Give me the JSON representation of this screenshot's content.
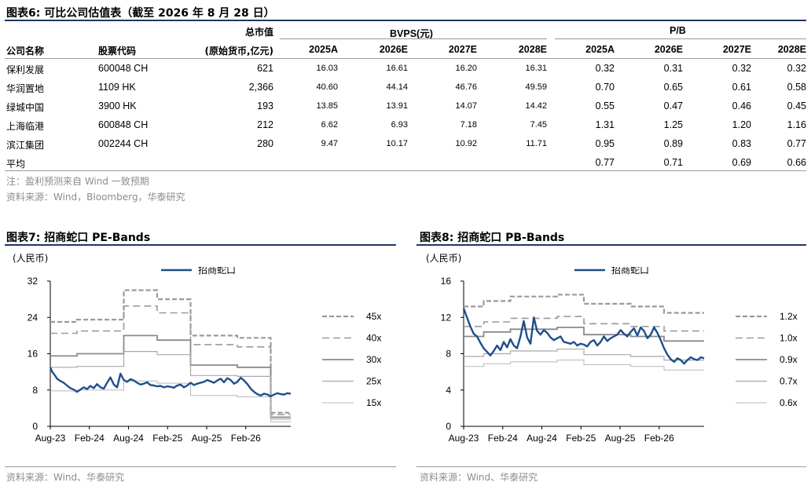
{
  "table": {
    "title": "图表6:  可比公司估值表（截至 2026 年 8 月 28 日）",
    "group_marketcap": "总市值",
    "group_bvps": "BVPS(元)",
    "group_pb": "P/B",
    "col_company": "公司名称",
    "col_code": "股票代码",
    "col_marketcap": "(原始货币,亿元)",
    "years": [
      "2025A",
      "2026E",
      "2027E",
      "2028E"
    ],
    "rows": [
      {
        "name": "保利发展",
        "code": "600048 CH",
        "cap": "621",
        "bvps": [
          "16.03",
          "16.61",
          "16.20",
          "16.31"
        ],
        "pb": [
          "0.32",
          "0.31",
          "0.32",
          "0.32"
        ]
      },
      {
        "name": "华润置地",
        "code": "1109 HK",
        "cap": "2,366",
        "bvps": [
          "40.60",
          "44.14",
          "46.76",
          "49.59"
        ],
        "pb": [
          "0.70",
          "0.65",
          "0.61",
          "0.58"
        ]
      },
      {
        "name": "绿城中国",
        "code": "3900 HK",
        "cap": "193",
        "bvps": [
          "13.85",
          "13.91",
          "14.07",
          "14.42"
        ],
        "pb": [
          "0.55",
          "0.47",
          "0.46",
          "0.45"
        ]
      },
      {
        "name": "上海临港",
        "code": "600848 CH",
        "cap": "212",
        "bvps": [
          "6.62",
          "6.93",
          "7.18",
          "7.45"
        ],
        "pb": [
          "1.31",
          "1.25",
          "1.20",
          "1.16"
        ]
      },
      {
        "name": "滨江集团",
        "code": "002244 CH",
        "cap": "280",
        "bvps": [
          "9.47",
          "10.17",
          "10.92",
          "11.71"
        ],
        "pb": [
          "0.95",
          "0.89",
          "0.83",
          "0.77"
        ]
      }
    ],
    "avg_label": "平均",
    "avg_pb": [
      "0.77",
      "0.71",
      "0.69",
      "0.66"
    ],
    "note1": "注：盈利预测来自 Wind 一致预期",
    "note2": "资料来源：Wind，Bloomberg，华泰研究"
  },
  "chart_data": [
    {
      "type": "line",
      "title": "图表7:  招商蛇口 PE-Bands",
      "ylabel": "(人民币)",
      "legend_main": "招商蛇口",
      "ylim": [
        0,
        32
      ],
      "yticks": [
        "0",
        "8",
        "16",
        "24",
        "32"
      ],
      "xticks": [
        "Aug-23",
        "Feb-24",
        "Aug-24",
        "Feb-25",
        "Aug-25",
        "Feb-26"
      ],
      "series_main": {
        "name": "招商蛇口",
        "x": [
          0,
          0.3,
          0.7,
          1,
          1.5,
          2,
          2.5,
          3,
          3.5,
          4,
          4.5,
          5,
          5.5,
          6,
          6.5,
          7,
          7.5,
          8,
          8.5,
          9,
          9.5,
          10,
          10.5,
          11,
          11.5,
          12,
          12.5,
          13,
          13.5,
          14,
          14.5,
          15,
          15.5,
          16,
          16.5,
          17,
          17.5,
          18,
          18.5,
          19,
          19.5,
          20,
          20.5,
          21,
          21.5,
          22,
          22.5,
          23,
          23.5,
          24,
          24.5,
          25,
          25.5,
          26,
          26.5,
          27,
          27.5,
          28,
          28.5,
          29,
          29.5,
          30,
          30.5,
          31,
          31.5,
          32,
          32.5,
          33,
          33.5,
          34,
          34.5,
          35,
          35.5,
          36
        ],
        "y": [
          13,
          12,
          11.2,
          10.5,
          10,
          9.6,
          9,
          8.4,
          8.1,
          7.6,
          8.1,
          8.6,
          8.2,
          8.9,
          8.4,
          9.3,
          8.6,
          8.3,
          9.6,
          10.8,
          9.2,
          8.6,
          11.6,
          10.2,
          9.8,
          10.4,
          10.1,
          9.6,
          9.2,
          9.4,
          9.7,
          9.1,
          9,
          8.8,
          8.9,
          8.6,
          8.8,
          8.7,
          8.5,
          9,
          9.2,
          8.6,
          9,
          9.6,
          9.1,
          9.4,
          9.6,
          9.8,
          10.2,
          9.9,
          9.6,
          10.1,
          10.5,
          9.7,
          10.6,
          10.2,
          9.4,
          9.8,
          10.7,
          10.1,
          9.3,
          8.3,
          7.6,
          7.1,
          6.8,
          7.2,
          7,
          6.6,
          7,
          7.3,
          7.1,
          7,
          7.3,
          7.2
        ]
      },
      "bands": [
        {
          "name": "45x",
          "segments": [
            [
              0,
              4,
              23
            ],
            [
              4,
              11,
              23.5
            ],
            [
              11,
              16,
              30
            ],
            [
              16,
              21,
              28
            ],
            [
              21,
              28,
              20
            ],
            [
              28,
              33,
              19.5
            ],
            [
              33,
              36,
              3
            ]
          ]
        },
        {
          "name": "40x",
          "segments": [
            [
              0,
              4,
              20.5
            ],
            [
              4,
              11,
              21
            ],
            [
              11,
              16,
              26.5
            ],
            [
              16,
              21,
              25
            ],
            [
              21,
              28,
              18
            ],
            [
              28,
              33,
              17.5
            ],
            [
              33,
              36,
              2.6
            ]
          ]
        },
        {
          "name": "30x",
          "segments": [
            [
              0,
              4,
              15.5
            ],
            [
              4,
              11,
              16
            ],
            [
              11,
              16,
              20
            ],
            [
              16,
              21,
              19
            ],
            [
              21,
              28,
              13.5
            ],
            [
              28,
              33,
              13
            ],
            [
              33,
              36,
              2
            ]
          ]
        },
        {
          "name": "25x",
          "segments": [
            [
              0,
              4,
              13
            ],
            [
              4,
              11,
              13.2
            ],
            [
              11,
              16,
              16.5
            ],
            [
              16,
              21,
              15.8
            ],
            [
              21,
              28,
              11.2
            ],
            [
              28,
              33,
              11
            ],
            [
              33,
              36,
              1.6
            ]
          ]
        },
        {
          "name": "15x",
          "segments": [
            [
              0,
              4,
              7.8
            ],
            [
              4,
              11,
              8
            ],
            [
              11,
              16,
              10
            ],
            [
              16,
              21,
              9.5
            ],
            [
              21,
              28,
              6.8
            ],
            [
              28,
              33,
              6.5
            ],
            [
              33,
              36,
              1
            ]
          ]
        }
      ],
      "x_range": [
        0,
        36
      ],
      "note": "资料来源：Wind、华泰研究"
    },
    {
      "type": "line",
      "title": "图表8:  招商蛇口 PB-Bands",
      "ylabel": "(人民币)",
      "legend_main": "招商蛇口",
      "ylim": [
        0,
        16
      ],
      "yticks": [
        "0",
        "4",
        "8",
        "12",
        "16"
      ],
      "xticks": [
        "Aug-23",
        "Feb-24",
        "Aug-24",
        "Feb-25",
        "Aug-25",
        "Feb-26"
      ],
      "series_main": {
        "name": "招商蛇口",
        "x": [
          0,
          0.3,
          0.7,
          1,
          1.5,
          2,
          2.5,
          3,
          3.5,
          4,
          4.5,
          5,
          5.5,
          6,
          6.5,
          7,
          7.5,
          8,
          8.5,
          9,
          9.5,
          10,
          10.5,
          11,
          11.5,
          12,
          12.5,
          13,
          13.5,
          14,
          14.5,
          15,
          15.5,
          16,
          16.5,
          17,
          17.5,
          18,
          18.5,
          19,
          19.5,
          20,
          20.5,
          21,
          21.5,
          22,
          22.5,
          23,
          23.5,
          24,
          24.5,
          25,
          25.5,
          26,
          26.5,
          27,
          27.5,
          28,
          28.5,
          29,
          29.5,
          30,
          30.5,
          31,
          31.5,
          32,
          32.5,
          33,
          33.5,
          34,
          34.5,
          35,
          35.5,
          36
        ],
        "y": [
          13,
          12.4,
          11.6,
          11,
          10.2,
          9.9,
          9.2,
          8.6,
          8.2,
          7.8,
          8.3,
          8.9,
          8.4,
          9.3,
          8.7,
          9.6,
          8.9,
          8.6,
          9.9,
          11.6,
          9.8,
          9.1,
          12,
          10.5,
          10.1,
          10.6,
          10.3,
          9.8,
          9.5,
          9.7,
          9.9,
          9.3,
          9.2,
          9.1,
          9.3,
          8.9,
          9.1,
          9,
          8.8,
          9.3,
          9.5,
          8.9,
          9.3,
          9.9,
          9.4,
          9.7,
          9.9,
          10.1,
          10.6,
          10.2,
          9.9,
          10.4,
          10.8,
          10,
          10.9,
          10.5,
          9.7,
          10.1,
          10.9,
          10.3,
          9.5,
          8.6,
          7.9,
          7.4,
          7.1,
          7.5,
          7.3,
          6.9,
          7.3,
          7.6,
          7.4,
          7.3,
          7.6,
          7.5
        ]
      },
      "bands": [
        {
          "name": "1.2x",
          "segments": [
            [
              0,
              3,
              13.2
            ],
            [
              3,
              7,
              13.8
            ],
            [
              7,
              14,
              14.3
            ],
            [
              14,
              18,
              14.5
            ],
            [
              18,
              25,
              13.5
            ],
            [
              25,
              30,
              13.2
            ],
            [
              30,
              36,
              12.5
            ]
          ]
        },
        {
          "name": "1.0x",
          "segments": [
            [
              0,
              3,
              11
            ],
            [
              3,
              7,
              11.5
            ],
            [
              7,
              14,
              11.9
            ],
            [
              14,
              18,
              12.1
            ],
            [
              18,
              25,
              11.3
            ],
            [
              25,
              30,
              11
            ],
            [
              30,
              36,
              10.5
            ]
          ]
        },
        {
          "name": "0.9x",
          "segments": [
            [
              0,
              3,
              9.9
            ],
            [
              3,
              7,
              10.4
            ],
            [
              7,
              14,
              10.7
            ],
            [
              14,
              18,
              10.9
            ],
            [
              18,
              25,
              10.1
            ],
            [
              25,
              30,
              9.9
            ],
            [
              30,
              36,
              9.4
            ]
          ]
        },
        {
          "name": "0.7x",
          "segments": [
            [
              0,
              3,
              7.7
            ],
            [
              3,
              7,
              8
            ],
            [
              7,
              14,
              8.3
            ],
            [
              14,
              18,
              8.5
            ],
            [
              18,
              25,
              7.9
            ],
            [
              25,
              30,
              7.7
            ],
            [
              30,
              36,
              7.3
            ]
          ]
        },
        {
          "name": "0.6x",
          "segments": [
            [
              0,
              3,
              6.6
            ],
            [
              3,
              7,
              6.9
            ],
            [
              7,
              14,
              7.1
            ],
            [
              14,
              18,
              7.3
            ],
            [
              18,
              25,
              6.8
            ],
            [
              25,
              30,
              6.6
            ],
            [
              30,
              36,
              6.2
            ]
          ]
        }
      ],
      "x_range": [
        0,
        36
      ],
      "note": "资料来源：Wind、华泰研究"
    }
  ],
  "colors": {
    "accent": "#1f3864",
    "main_line": "#1f4e8c",
    "band": "#999999"
  }
}
